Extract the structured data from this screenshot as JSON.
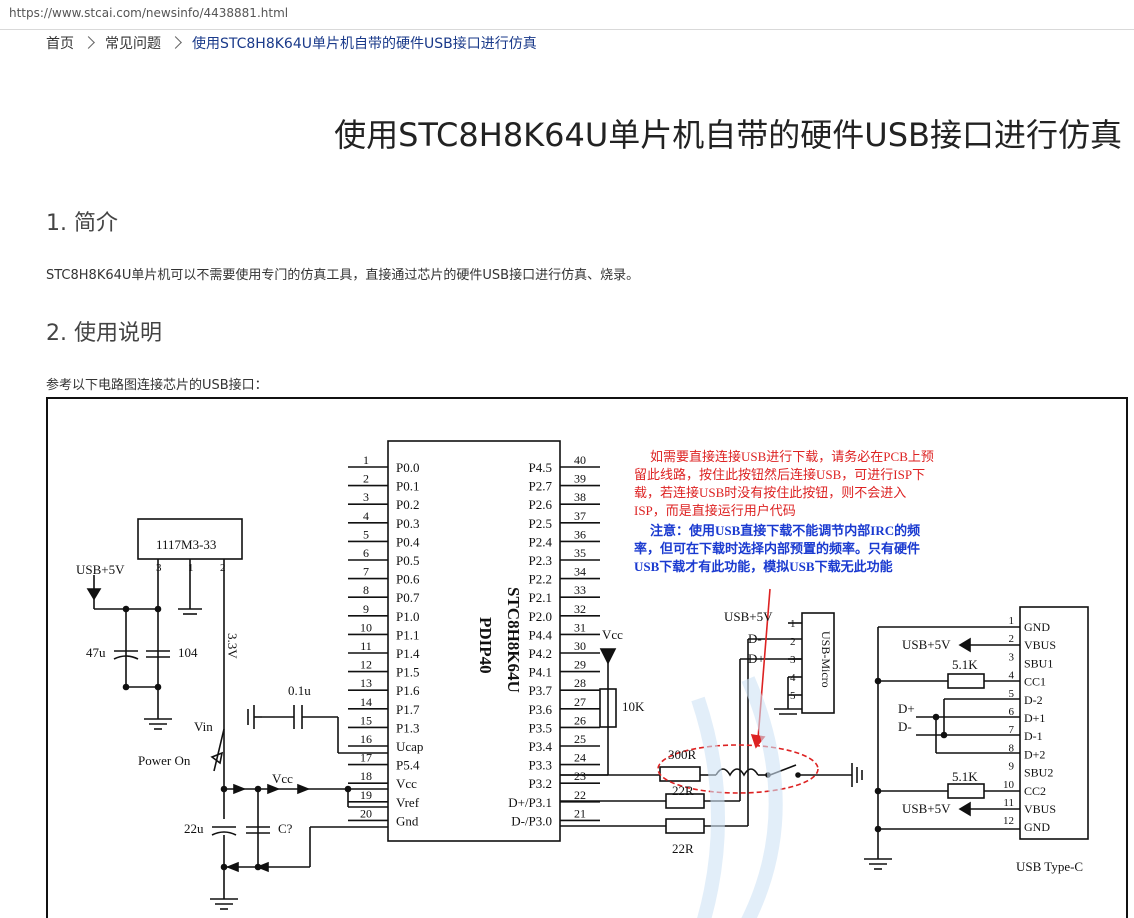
{
  "url": "https://www.stcai.com/newsinfo/4438881.html",
  "breadcrumb": {
    "home": "首页",
    "category": "常见问题",
    "current": "使用STC8H8K64U单片机自带的硬件USB接口进行仿真"
  },
  "article": {
    "title": "使用STC8H8K64U单片机自带的硬件USB接口进行仿真",
    "sec1_heading": "1. 简介",
    "sec1_text": "STC8H8K64U单片机可以不需要使用专门的仿真工具，直接通过芯片的硬件USB接口进行仿真、烧录。",
    "sec2_heading": "2. 使用说明",
    "sec2_text": "参考以下电路图连接芯片的USB接口："
  },
  "schematic": {
    "chip_name": "STC8H8K64U",
    "chip_pkg": "PDIP40",
    "left_pin_nums": [
      "1",
      "2",
      "3",
      "4",
      "5",
      "6",
      "7",
      "8",
      "9",
      "10",
      "11",
      "12",
      "13",
      "14",
      "15",
      "16",
      "17",
      "18",
      "19",
      "20"
    ],
    "left_pin_names": [
      "P0.0",
      "P0.1",
      "P0.2",
      "P0.3",
      "P0.4",
      "P0.5",
      "P0.6",
      "P0.7",
      "P1.0",
      "P1.1",
      "P1.4",
      "P1.5",
      "P1.6",
      "P1.7",
      "P1.3",
      "Ucap",
      "P5.4",
      "Vcc",
      "Vref",
      "Gnd"
    ],
    "right_pin_nums": [
      "40",
      "39",
      "38",
      "37",
      "36",
      "35",
      "34",
      "33",
      "32",
      "31",
      "30",
      "29",
      "28",
      "27",
      "26",
      "25",
      "24",
      "23",
      "22",
      "21"
    ],
    "right_pin_names": [
      "P4.5",
      "P2.7",
      "P2.6",
      "P2.5",
      "P2.4",
      "P2.3",
      "P2.2",
      "P2.1",
      "P2.0",
      "P4.4",
      "P4.2",
      "P4.1",
      "P3.7",
      "P3.6",
      "P3.5",
      "P3.4",
      "P3.3",
      "P3.2",
      "D+/P3.1",
      "D-/P3.0"
    ],
    "regulator": "1117M3-33",
    "reg_pins": [
      "3",
      "1",
      "2"
    ],
    "usb5v": "USB+5V",
    "cap47": "47u",
    "cap104": "104",
    "v33": "3.3V",
    "cap01": "0.1u",
    "vin": "Vin",
    "power_on": "Power On",
    "vcc": "Vcc",
    "cap22": "22u",
    "capq": "C?",
    "r10k": "10K",
    "r300": "300R",
    "r22a": "22R",
    "r22b": "22R",
    "note_red": [
      "如需要直接连接USB进行下载，请务必在PCB上预",
      "留此线路，按住此按钮然后连接USB，可进行ISP下",
      "载，若连接USB时没有按住此按钮，则不会进入",
      "ISP，而是直接运行用户代码"
    ],
    "note_blue": [
      "注意：使用USB直接下载不能调节内部IRC的频",
      "率，但可在下载时选择内部预置的频率。只有硬件",
      "USB下载才有此功能，模拟USB下载无此功能"
    ],
    "micro_name": "USB-Micro",
    "micro_nums": [
      "1",
      "2",
      "3",
      "4",
      "5"
    ],
    "micro_labels": [
      "USB+5V",
      "D-",
      "D+"
    ],
    "typec_nums": [
      "1",
      "2",
      "3",
      "4",
      "5",
      "6",
      "7",
      "8",
      "9",
      "10",
      "11",
      "12"
    ],
    "typec_names": [
      "GND",
      "VBUS",
      "SBU1",
      "CC1",
      "D-2",
      "D+1",
      "D-1",
      "D+2",
      "SBU2",
      "CC2",
      "VBUS",
      "GND"
    ],
    "typec_name": "USB Type-C",
    "r51a": "5.1K",
    "r51b": "5.1K",
    "dplus": "D+",
    "dminus": "D-"
  }
}
